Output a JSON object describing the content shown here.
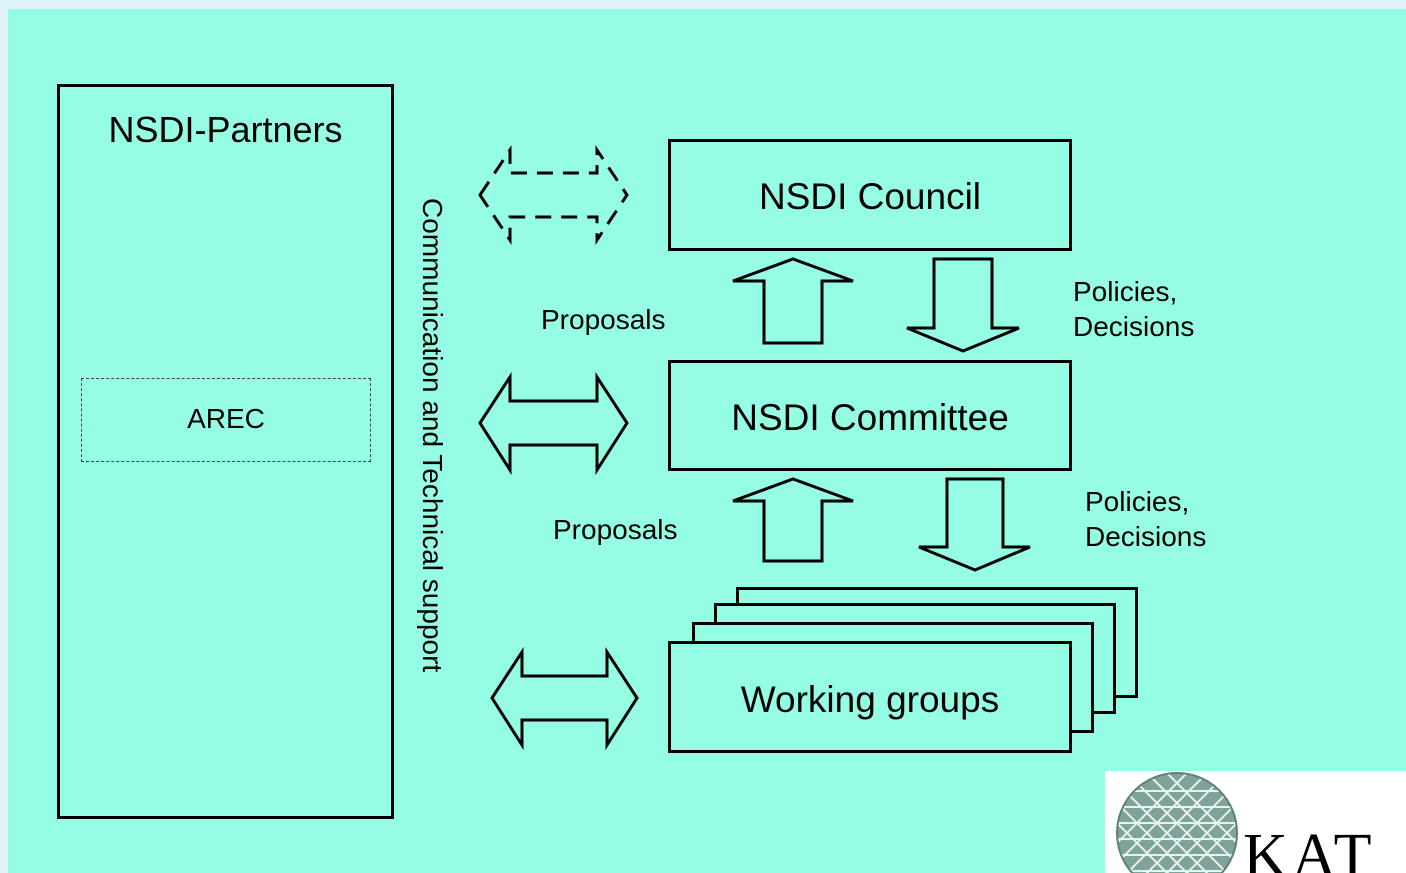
{
  "partners": {
    "title": "NSDI-Partners",
    "inner_label": "AREC"
  },
  "vertical_label": "Communication and Technical support",
  "council": {
    "title": "NSDI Council"
  },
  "committee": {
    "title": "NSDI Committee"
  },
  "working_groups": {
    "title": "Working groups"
  },
  "flows": {
    "upper_up": "Proposals",
    "upper_down": [
      "Policies,",
      "Decisions"
    ],
    "lower_up": "Proposals",
    "lower_down": [
      "Policies,",
      "Decisions"
    ]
  },
  "logo": {
    "text": "KAT",
    "icon": "globe-icon"
  },
  "colors": {
    "background": "#95fde4",
    "stroke": "#000000",
    "page": "#dff4fa"
  }
}
